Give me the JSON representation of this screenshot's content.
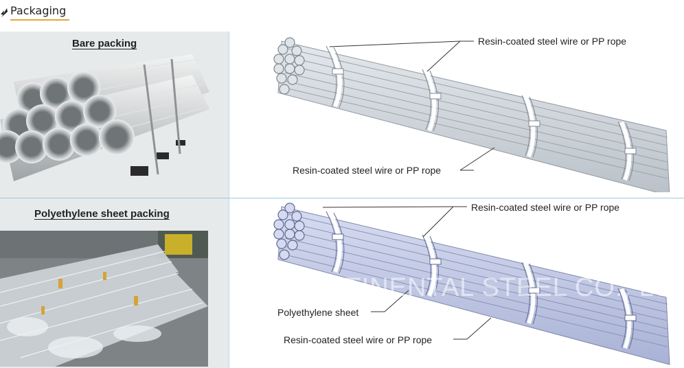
{
  "header": {
    "title": "Packaging",
    "icon": "leaf-icon",
    "accent_color": "#e8a33c"
  },
  "sections": [
    {
      "label": "Bare packing",
      "callouts": [
        "Resin-coated steel wire or PP rope",
        "Resin-coated steel wire or PP rope"
      ]
    },
    {
      "label": "Polyethylene sheet packing",
      "callouts": [
        "Resin-coated steel wire or PP rope",
        "Polyethylene sheet",
        "Resin-coated steel wire or PP rope"
      ]
    }
  ],
  "watermark": "CONTINENTAL STEEL CO., LTD."
}
